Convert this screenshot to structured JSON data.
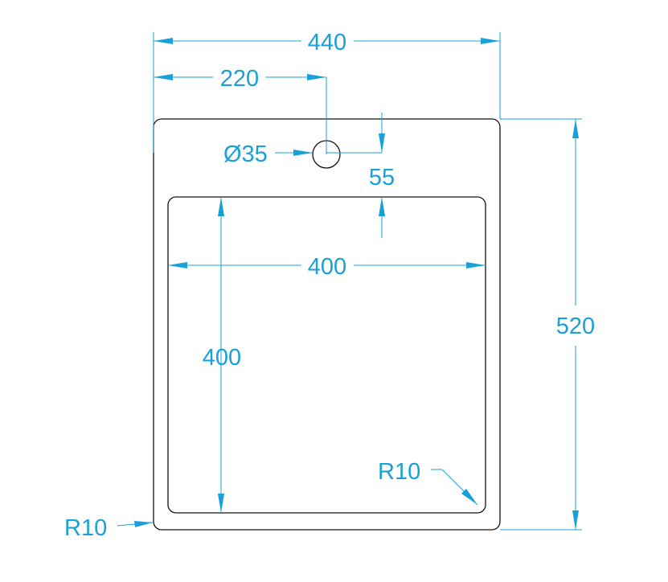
{
  "colors": {
    "outline": "#111111",
    "dimension": "#1aa0d8"
  },
  "dimensions": {
    "overall_width": "440",
    "hole_offset": "220",
    "hole_diameter": "Ø35",
    "hole_to_basin": "55",
    "basin_width": "400",
    "basin_height": "400",
    "overall_height": "520",
    "basin_corner_radius": "R10",
    "outer_corner_radius": "R10"
  }
}
